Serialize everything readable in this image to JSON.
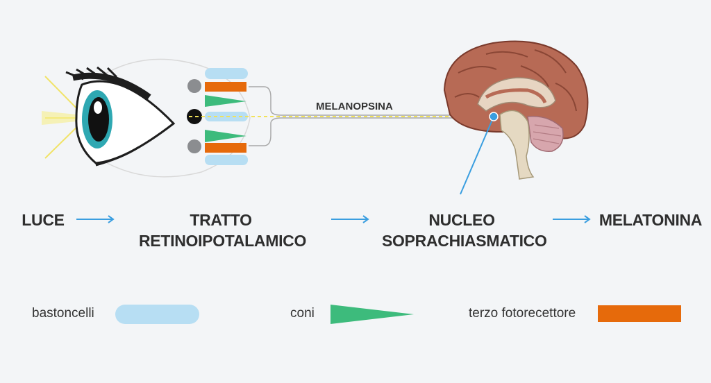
{
  "diagram": {
    "eye_label": "MELANOPSINA",
    "flow": [
      {
        "lines": [
          "LUCE"
        ]
      },
      {
        "lines": [
          "TRATTO",
          "RETINOIPOTALAMICO"
        ]
      },
      {
        "lines": [
          "NUCLEO",
          "SOPRACHIASMATICO"
        ]
      },
      {
        "lines": [
          "MELATONINA"
        ]
      }
    ]
  },
  "legend": {
    "rods": "bastoncelli",
    "cones": "coni",
    "third": "terzo fotorecettore"
  },
  "colors": {
    "rod": "#b7def3",
    "cone": "#3dbb7c",
    "third": "#e66a0b",
    "arrow": "#3a9ee0",
    "path_yellow": "#f1e259",
    "brain": "#b76a55"
  }
}
